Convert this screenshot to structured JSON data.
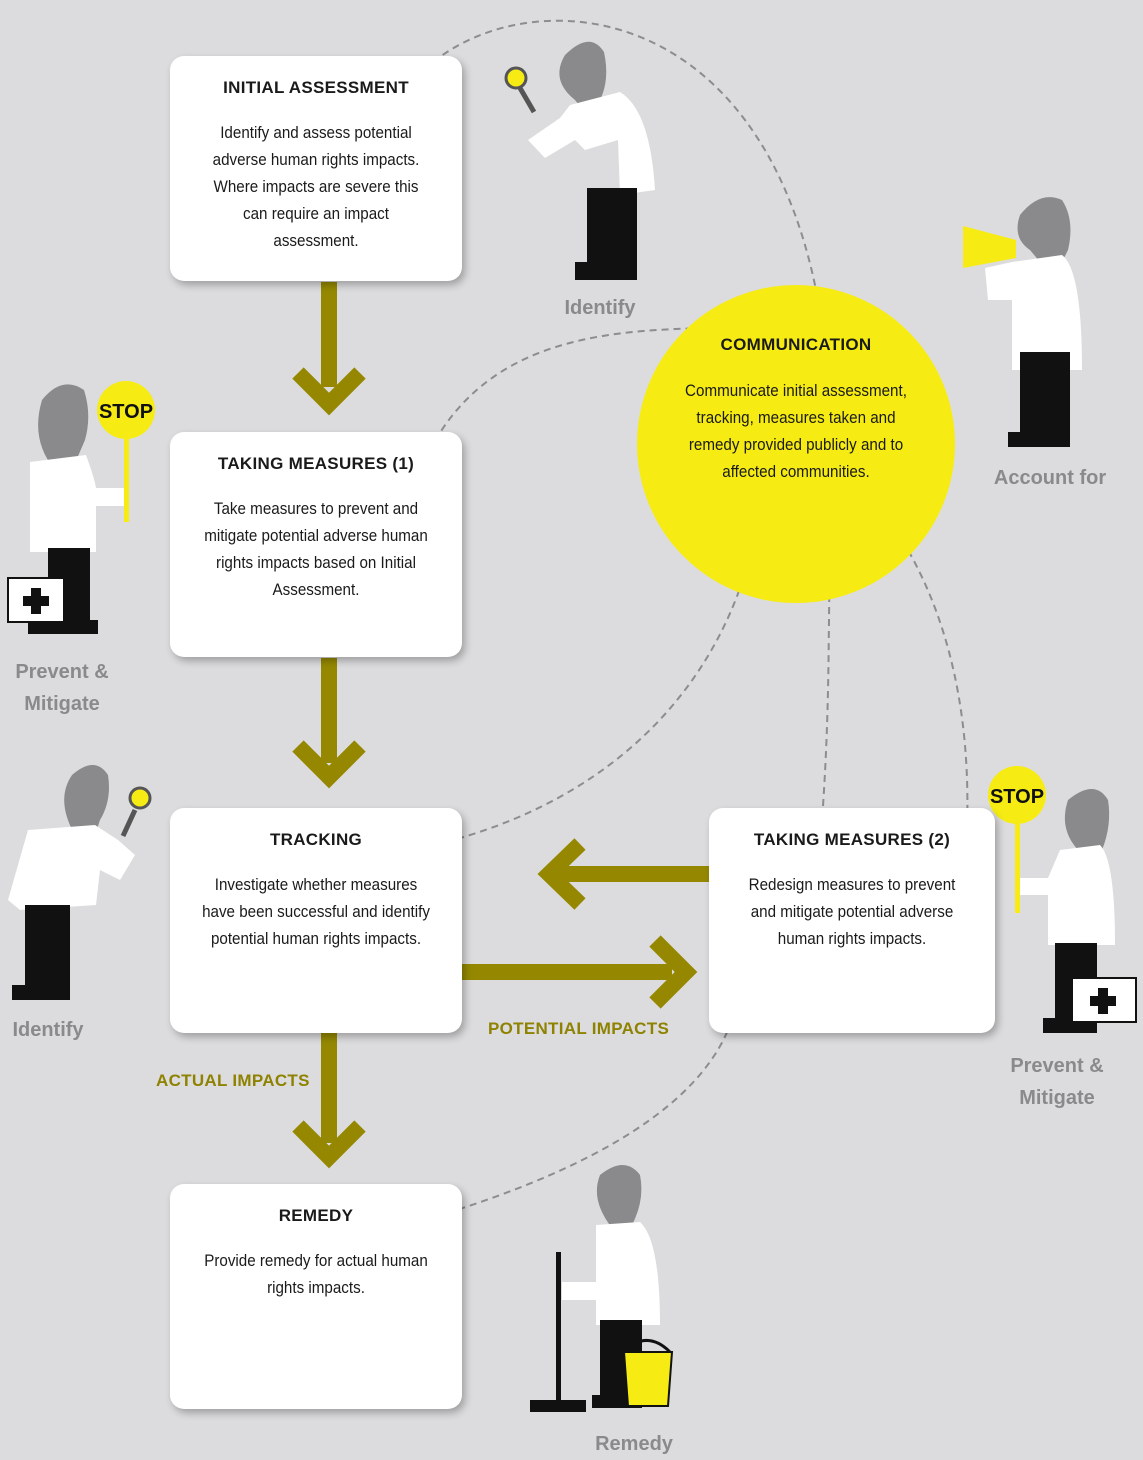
{
  "colors": {
    "background": "#dcdcde",
    "olive": "#958800",
    "yellow": "#f6ec13",
    "figure_gray": "#8a8a8c",
    "dash": "#8d8d8f"
  },
  "boxes": {
    "initial": {
      "title": "INITIAL ASSESSMENT",
      "body": "Identify and assess potential adverse human rights impacts. Where impacts are severe this can require an impact assessment."
    },
    "measures1": {
      "title": "TAKING MEASURES (1)",
      "body": "Take measures to prevent and mitigate potential adverse human rights impacts based on Initial Assessment."
    },
    "tracking": {
      "title": "TRACKING",
      "body": "Investigate whether measures have been successful and identify potential human rights impacts."
    },
    "measures2": {
      "title": "TAKING MEASURES (2)",
      "body": "Redesign measures to prevent and mitigate potential adverse human rights impacts."
    },
    "remedy": {
      "title": "REMEDY",
      "body": "Provide remedy for actual human rights impacts."
    },
    "communication": {
      "title": "COMMUNICATION",
      "body": "Communicate initial assessment, tracking, measures taken and remedy provided publicly and to affected communities."
    }
  },
  "arrow_labels": {
    "actual": "ACTUAL IMPACTS",
    "potential": "POTENTIAL IMPACTS"
  },
  "figures": {
    "identify_top": {
      "label": "Identify",
      "icon": "magnifier-icon"
    },
    "account_for": {
      "label": "Account for",
      "icon": "megaphone-icon"
    },
    "prevent_left": {
      "label": "Prevent & Mitigate",
      "icon": "stop-sign-icon",
      "sign": "STOP"
    },
    "identify_left": {
      "label": "Identify",
      "icon": "magnifier-icon"
    },
    "prevent_right": {
      "label": "Prevent & Mitigate",
      "icon": "stop-sign-icon",
      "sign": "STOP"
    },
    "remedy": {
      "label": "Remedy",
      "icon": "broom-bucket-icon"
    }
  }
}
